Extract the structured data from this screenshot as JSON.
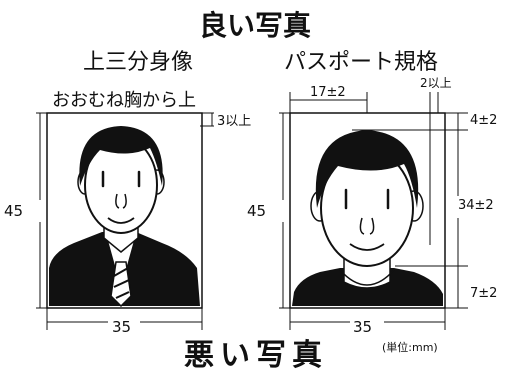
{
  "title": "良い写真",
  "left": {
    "heading": "上三分身像",
    "subheading": "おおむね胸から上",
    "height_label": "45",
    "width_label": "35",
    "top_margin_label": "3以上"
  },
  "right": {
    "heading": "パスポート規格",
    "height_label": "45",
    "width_label": "35",
    "side_offset_label": "17±2",
    "top_gap_label": "2以上",
    "head_top_label": "4±2",
    "face_height_label": "34±2",
    "chin_margin_label": "7±2",
    "unit_label": "(単位:mm)"
  },
  "bottom_cutoff_text": "悪い写真",
  "colors": {
    "ink": "#111111",
    "paper": "#ffffff"
  }
}
